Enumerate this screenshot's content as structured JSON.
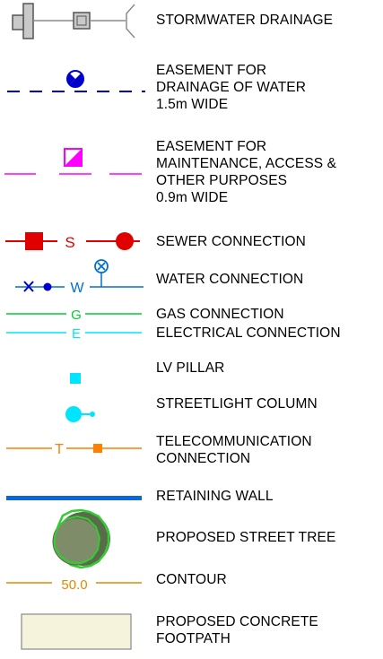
{
  "colors": {
    "storm_body": "#c9c9c9",
    "storm_line": "#8c8c8c",
    "drainage_easement": "#0000cc",
    "maintenance_easement": "#ff00ff",
    "sewer": "#e00000",
    "water": "#0070d0",
    "water_marker": "#0000cc",
    "gas": "#00cc33",
    "electrical": "#00e5ff",
    "lv_pillar": "#00e5ff",
    "streetlight": "#00e5ff",
    "telecom": "#ff7f00",
    "retaining_wall": "#0a66d9",
    "tree_outline": "#33cc33",
    "tree_fill": "#7f8c6a",
    "tree_fill_shadow": "#5a6b4b",
    "contour": "#e08a00",
    "footpath_fill": "#f6f3dc",
    "footpath_border": "#888888"
  },
  "icons": {
    "drainage_easement": "circle-half-filled-icon",
    "maintenance_easement": "square-half-filled-icon",
    "water_valve": "valve-x-circle-icon"
  },
  "legend": [
    {
      "key": "stormwater",
      "label": "STORMWATER DRAINAGE"
    },
    {
      "key": "drainage_easement",
      "label": "EASEMENT FOR\nDRAINAGE OF WATER\n1.5m WIDE"
    },
    {
      "key": "maintenance_easement",
      "label": "EASEMENT FOR\nMAINTENANCE, ACCESS &\nOTHER PURPOSES\n0.9m WIDE"
    },
    {
      "key": "sewer",
      "label": "SEWER CONNECTION",
      "letter": "S"
    },
    {
      "key": "water",
      "label": "WATER CONNECTION",
      "letter": "W"
    },
    {
      "key": "gas",
      "label": "GAS CONNECTION",
      "letter": "G"
    },
    {
      "key": "electrical",
      "label": "ELECTRICAL CONNECTION",
      "letter": "E"
    },
    {
      "key": "lv_pillar",
      "label": "LV PILLAR"
    },
    {
      "key": "streetlight",
      "label": "STREETLIGHT COLUMN"
    },
    {
      "key": "telecom",
      "label": "TELECOMMUNICATION\nCONNECTION",
      "letter": "T"
    },
    {
      "key": "retaining_wall",
      "label": "RETAINING WALL"
    },
    {
      "key": "street_tree",
      "label": "PROPOSED STREET TREE"
    },
    {
      "key": "contour",
      "label": "CONTOUR",
      "value": "50.0"
    },
    {
      "key": "footpath",
      "label": "PROPOSED CONCRETE\nFOOTPATH"
    }
  ]
}
